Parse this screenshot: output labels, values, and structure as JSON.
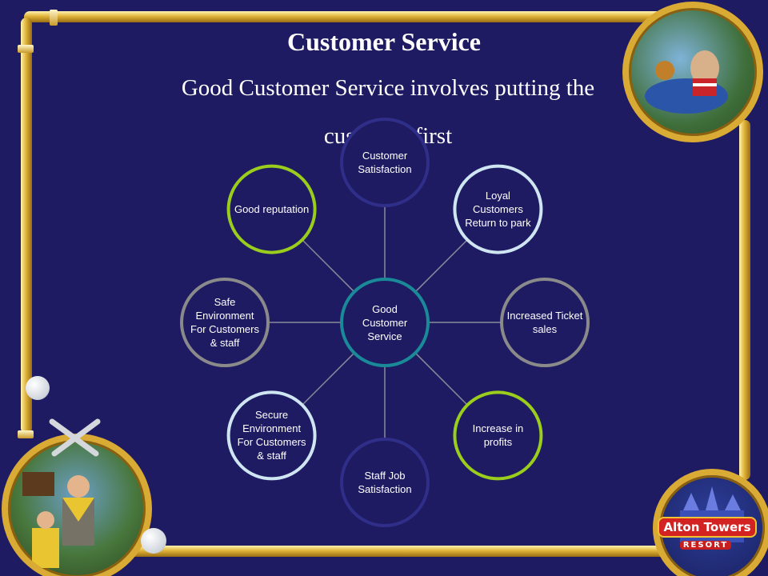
{
  "slide": {
    "title": "Customer Service",
    "subtitle": "Good Customer Service involves putting the customer first"
  },
  "diagram": {
    "center": {
      "label": "Good Customer Service",
      "color": "#1a8a99"
    },
    "nodes": [
      {
        "id": "customer-satisfaction",
        "label": "Customer Satisfaction",
        "color": "#2f2f8a"
      },
      {
        "id": "loyal-customers",
        "label": "Loyal Customers Return to park",
        "color": "#cfe6f2"
      },
      {
        "id": "increased-ticket-sales",
        "label": "Increased Ticket sales",
        "color": "#8a8a8a"
      },
      {
        "id": "increase-in-profits",
        "label": "Increase in profits",
        "color": "#9acd1c"
      },
      {
        "id": "staff-job-satisfaction",
        "label": "Staff Job Satisfaction",
        "color": "#2f2f8a"
      },
      {
        "id": "secure-environment",
        "label": "Secure Environment For Customers & staff",
        "color": "#cfe6f2"
      },
      {
        "id": "safe-environment",
        "label": "Safe Environment For Customers & staff",
        "color": "#8a8a8a"
      },
      {
        "id": "good-reputation",
        "label": "Good reputation",
        "color": "#9acd1c"
      }
    ]
  },
  "logo": {
    "name": "Alton Towers",
    "tagline": "RESORT",
    "color": "#d32222"
  },
  "colors": {
    "background": "#1e1b62",
    "frame": "#e0b43a"
  }
}
